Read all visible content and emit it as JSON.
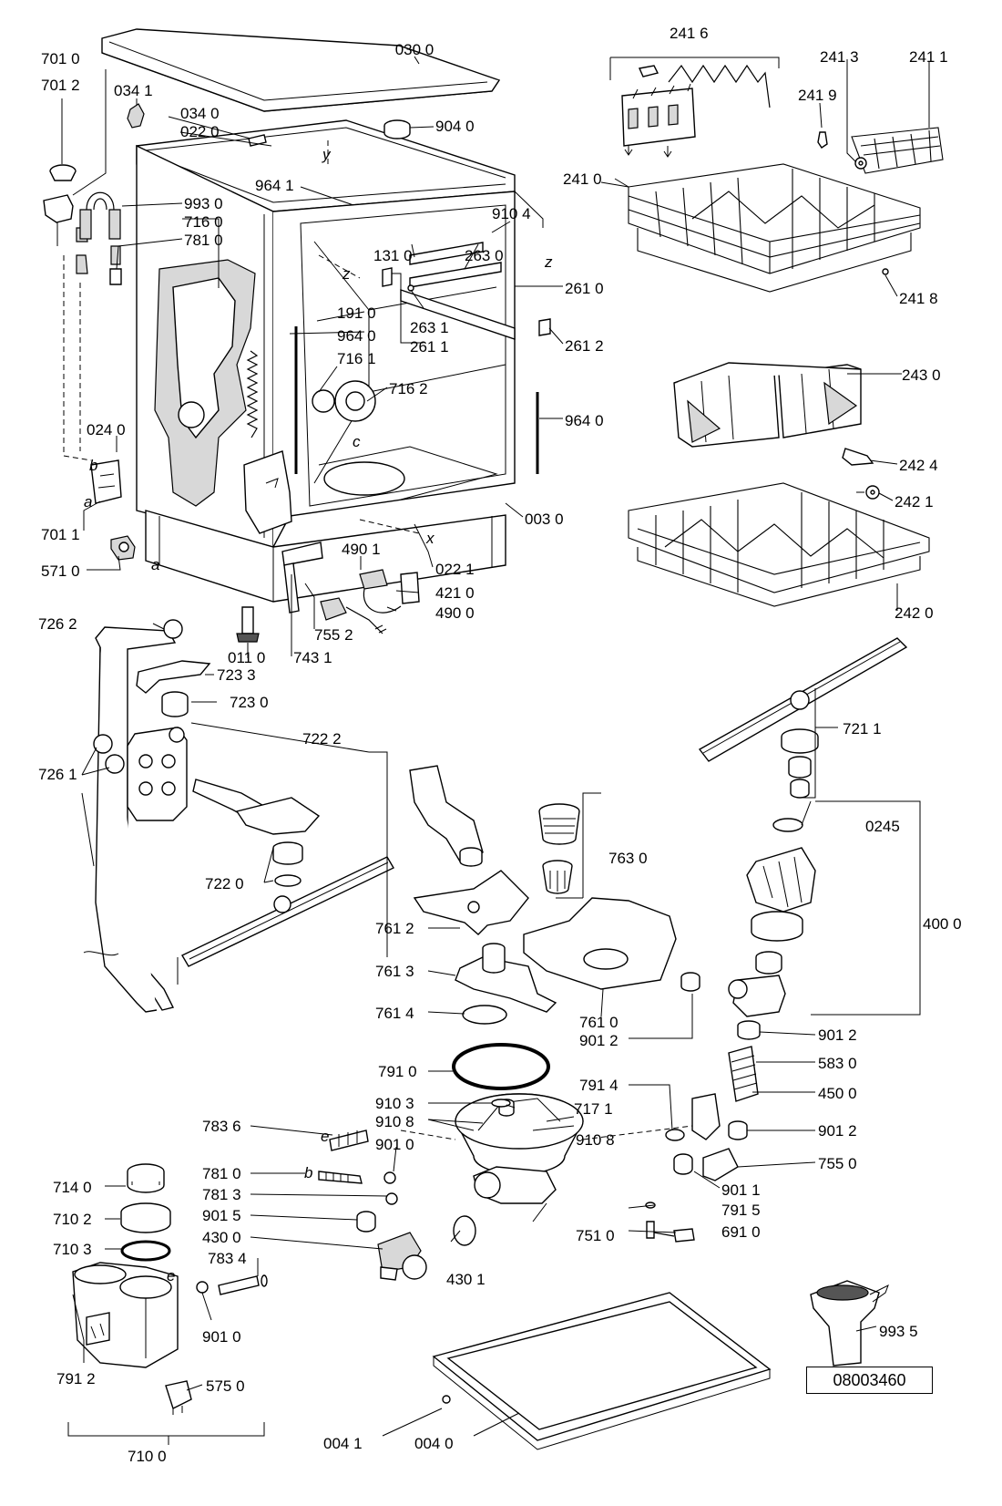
{
  "document_number": "08003460",
  "callouts": [
    {
      "id": "030-0",
      "label": "030 0"
    },
    {
      "id": "701-0",
      "label": "701 0"
    },
    {
      "id": "701-2",
      "label": "701 2"
    },
    {
      "id": "034-1",
      "label": "034 1"
    },
    {
      "id": "034-0",
      "label": "034 0"
    },
    {
      "id": "022-0",
      "label": "022 0"
    },
    {
      "id": "904-0",
      "label": "904 0"
    },
    {
      "id": "964-1",
      "label": "964 1"
    },
    {
      "id": "993-0",
      "label": "993 0"
    },
    {
      "id": "716-0",
      "label": "716 0"
    },
    {
      "id": "781-0-top",
      "label": "781 0"
    },
    {
      "id": "910-4",
      "label": "910 4"
    },
    {
      "id": "131-0",
      "label": "131 0"
    },
    {
      "id": "263-0",
      "label": "263 0"
    },
    {
      "id": "261-0",
      "label": "261 0"
    },
    {
      "id": "191-0",
      "label": "191 0"
    },
    {
      "id": "263-1",
      "label": "263 1"
    },
    {
      "id": "964-0-a",
      "label": "964 0"
    },
    {
      "id": "261-1",
      "label": "261 1"
    },
    {
      "id": "261-2",
      "label": "261 2"
    },
    {
      "id": "716-1",
      "label": "716 1"
    },
    {
      "id": "716-2",
      "label": "716 2"
    },
    {
      "id": "964-0-b",
      "label": "964 0"
    },
    {
      "id": "024-0",
      "label": "024 0"
    },
    {
      "id": "003-0",
      "label": "003 0"
    },
    {
      "id": "701-1",
      "label": "701 1"
    },
    {
      "id": "490-1",
      "label": "490 1"
    },
    {
      "id": "571-0",
      "label": "571 0"
    },
    {
      "id": "022-1",
      "label": "022 1"
    },
    {
      "id": "421-0",
      "label": "421 0"
    },
    {
      "id": "490-0",
      "label": "490 0"
    },
    {
      "id": "755-2",
      "label": "755 2"
    },
    {
      "id": "726-2",
      "label": "726 2"
    },
    {
      "id": "011-0",
      "label": "011 0"
    },
    {
      "id": "743-1",
      "label": "743 1"
    },
    {
      "id": "723-3",
      "label": "723 3"
    },
    {
      "id": "723-0",
      "label": "723 0"
    },
    {
      "id": "722-2",
      "label": "722 2"
    },
    {
      "id": "726-1",
      "label": "726 1"
    },
    {
      "id": "722-0",
      "label": "722 0"
    },
    {
      "id": "241-6",
      "label": "241 6"
    },
    {
      "id": "241-3",
      "label": "241 3"
    },
    {
      "id": "241-1",
      "label": "241 1"
    },
    {
      "id": "241-9",
      "label": "241 9"
    },
    {
      "id": "241-0",
      "label": "241 0"
    },
    {
      "id": "241-8",
      "label": "241 8"
    },
    {
      "id": "243-0",
      "label": "243 0"
    },
    {
      "id": "242-4",
      "label": "242 4"
    },
    {
      "id": "242-1",
      "label": "242 1"
    },
    {
      "id": "242-0",
      "label": "242 0"
    },
    {
      "id": "721-1",
      "label": "721 1"
    },
    {
      "id": "0245",
      "label": "0245"
    },
    {
      "id": "400-0",
      "label": "400 0"
    },
    {
      "id": "763-0",
      "label": "763 0"
    },
    {
      "id": "761-2",
      "label": "761 2"
    },
    {
      "id": "761-3",
      "label": "761 3"
    },
    {
      "id": "761-4",
      "label": "761 4"
    },
    {
      "id": "761-0",
      "label": "761 0"
    },
    {
      "id": "901-2-a",
      "label": "901 2"
    },
    {
      "id": "901-2-b",
      "label": "901 2"
    },
    {
      "id": "583-0",
      "label": "583 0"
    },
    {
      "id": "791-0",
      "label": "791 0"
    },
    {
      "id": "791-4",
      "label": "791 4"
    },
    {
      "id": "450-0",
      "label": "450 0"
    },
    {
      "id": "910-3",
      "label": "910 3"
    },
    {
      "id": "717-1",
      "label": "717 1"
    },
    {
      "id": "910-8-a",
      "label": "910 8"
    },
    {
      "id": "910-8-b",
      "label": "910 8"
    },
    {
      "id": "901-2-c",
      "label": "901 2"
    },
    {
      "id": "783-6",
      "label": "783 6"
    },
    {
      "id": "901-0-a",
      "label": "901 0"
    },
    {
      "id": "755-0",
      "label": "755 0"
    },
    {
      "id": "781-0-bottom",
      "label": "781 0"
    },
    {
      "id": "901-1",
      "label": "901 1"
    },
    {
      "id": "714-0",
      "label": "714 0"
    },
    {
      "id": "781-3",
      "label": "781 3"
    },
    {
      "id": "791-5",
      "label": "791 5"
    },
    {
      "id": "710-2",
      "label": "710 2"
    },
    {
      "id": "901-5",
      "label": "901 5"
    },
    {
      "id": "751-0",
      "label": "751 0"
    },
    {
      "id": "691-0",
      "label": "691 0"
    },
    {
      "id": "430-0",
      "label": "430 0"
    },
    {
      "id": "710-3",
      "label": "710 3"
    },
    {
      "id": "783-4",
      "label": "783 4"
    },
    {
      "id": "430-1",
      "label": "430 1"
    },
    {
      "id": "791-2",
      "label": "791 2"
    },
    {
      "id": "901-0-b",
      "label": "901 0"
    },
    {
      "id": "575-0",
      "label": "575 0"
    },
    {
      "id": "993-5",
      "label": "993 5"
    },
    {
      "id": "710-0",
      "label": "710 0"
    },
    {
      "id": "004-1",
      "label": "004 1"
    },
    {
      "id": "004-0",
      "label": "004 0"
    }
  ],
  "markers": [
    {
      "id": "b-top",
      "label": "b"
    },
    {
      "id": "a-left",
      "label": "a"
    },
    {
      "id": "a-bottom",
      "label": "a"
    },
    {
      "id": "z-left",
      "label": "z"
    },
    {
      "id": "z-right",
      "label": "z"
    },
    {
      "id": "c-tub",
      "label": "c"
    },
    {
      "id": "x-base",
      "label": "x"
    },
    {
      "id": "y-top",
      "label": "y"
    },
    {
      "id": "e-hose",
      "label": "e"
    },
    {
      "id": "b-hose",
      "label": "b"
    },
    {
      "id": "e-softener",
      "label": "e"
    }
  ]
}
